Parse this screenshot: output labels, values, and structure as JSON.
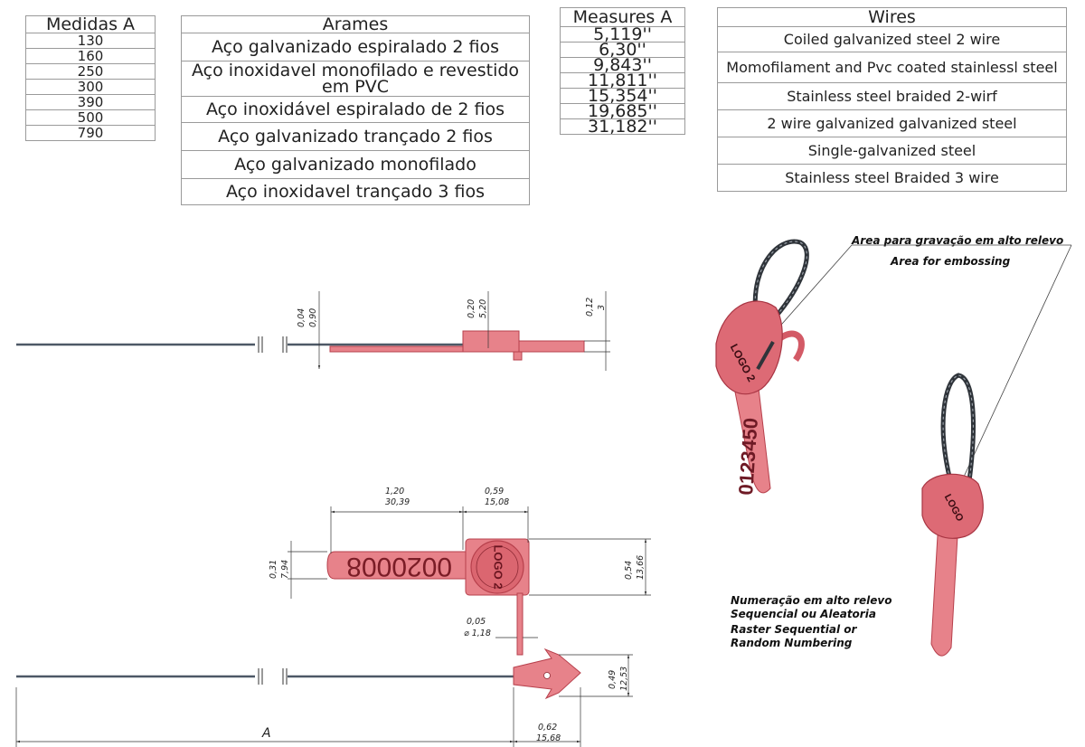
{
  "medidas_table": {
    "header": "Medidas A",
    "rows": [
      "130",
      "160",
      "250",
      "300",
      "390",
      "500",
      "790"
    ]
  },
  "arames_table": {
    "header": "Arames",
    "rows": [
      "Aço galvanizado espiralado 2 fios",
      "Aço inoxidavel monofilado e revestido em PVC",
      "Aço inoxidável espiralado de 2 fios",
      "Aço galvanizado trançado 2 fios",
      "Aço galvanizado monofilado",
      "Aço inoxidavel trançado 3 fios"
    ]
  },
  "measures_table": {
    "header": "Measures A",
    "rows": [
      "5,119''",
      "6,30''",
      "9,843''",
      "11,811''",
      "15,354''",
      "19,685''",
      "31,182''"
    ]
  },
  "wires_table": {
    "header": "Wires",
    "rows": [
      "Coiled galvanized steel 2 wire",
      "Momofilament and Pvc coated stainlessl steel",
      "Stainless steel braided 2-wirf",
      "2 wire galvanized galvanized steel",
      "Single-galvanized steel",
      "Stainless steel Braided 3 wire"
    ]
  },
  "annotations": {
    "engraving_pt": "Area para gravação em alto  relevo",
    "engraving_en": "Area for embossing",
    "numbering_pt_1": "Numeração em alto relevo",
    "numbering_pt_2": "Sequencial ou Aleatoria",
    "numbering_en_1": "Raster Sequential or",
    "numbering_en_2": "Random Numbering"
  },
  "dimensions": {
    "side_wire_in": "0,04",
    "side_wire_mm": "0,90",
    "side_head_in": "0,20",
    "side_head_mm": "5,20",
    "side_tip_in": "0,12",
    "side_tip_mm": "3",
    "tail_len_in": "1,20",
    "tail_len_mm": "30,39",
    "head_len_in": "0,59",
    "head_len_mm": "15,08",
    "tail_w_in": "0,31",
    "tail_w_mm": "7,94",
    "head_w_in": "0,54",
    "head_w_mm": "13,66",
    "wire_dia_in": "0,05",
    "wire_dia_mm": "⌀ 1,18",
    "arrow_w_in": "0,49",
    "arrow_w_mm": "12,53",
    "arrow_len_in": "0,62",
    "arrow_len_mm": "15,68",
    "length_label": "A"
  },
  "seal": {
    "serial_number": "0020008",
    "logo_text": "LOGO 2",
    "product_serial": "0123450",
    "product_logo": "LOGO"
  },
  "colors": {
    "seal_fill": "#e7828a",
    "seal_stroke": "#b7404c",
    "wire": "#4d5866",
    "dim_line": "#333333"
  }
}
